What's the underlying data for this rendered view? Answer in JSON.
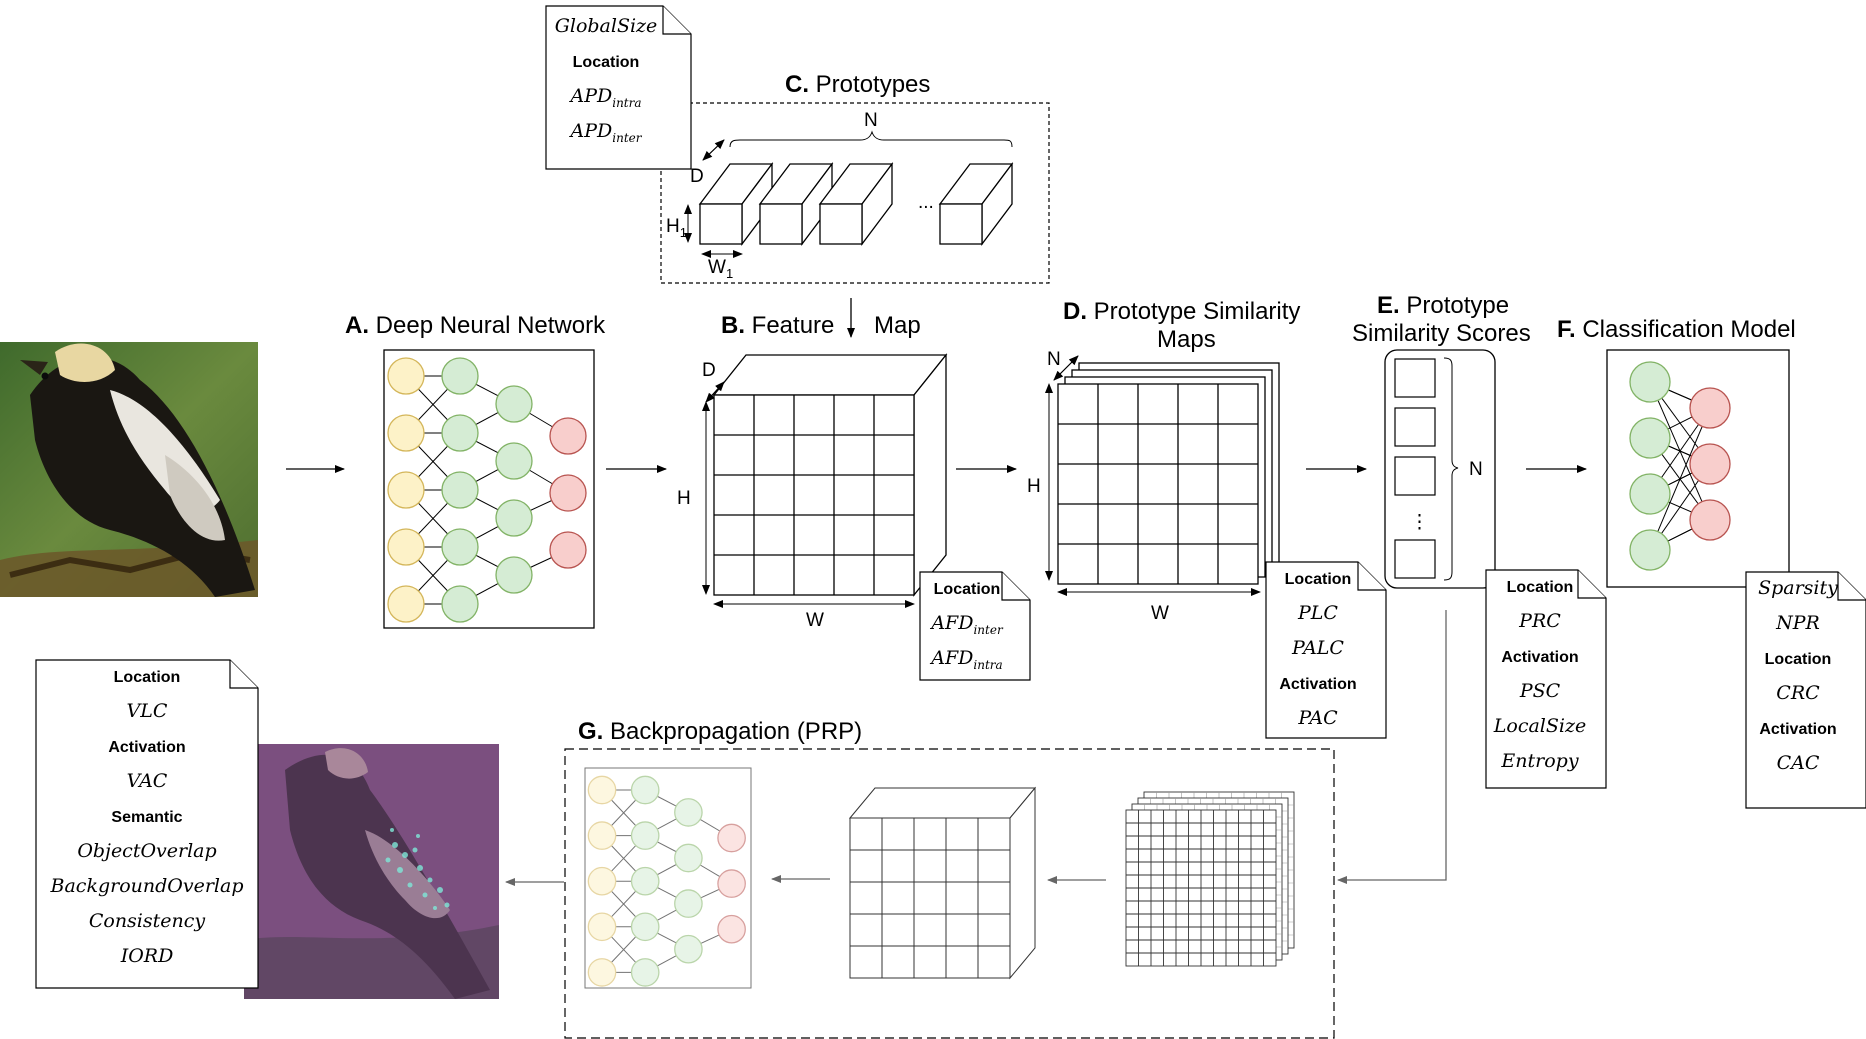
{
  "sections": {
    "a": {
      "letter": "A.",
      "title": "Deep Neural Network"
    },
    "b": {
      "letter": "B.",
      "title": "Feature",
      "title2": "Map"
    },
    "c": {
      "letter": "C.",
      "title": "Prototypes"
    },
    "d": {
      "letter": "D.",
      "title": "Prototype Similarity",
      "title2": "Maps"
    },
    "e": {
      "letter": "E.",
      "title": "Prototype",
      "title2": "Similarity Scores"
    },
    "f": {
      "letter": "F.",
      "title": "Classification Model"
    },
    "g": {
      "letter": "G.",
      "title": "Backpropagation (PRP)"
    }
  },
  "dims": {
    "n": "N",
    "d": "D",
    "h": "H",
    "w": "W",
    "h1": "H",
    "w1": "W",
    "sub1": "1",
    "dots": "..."
  },
  "notes": {
    "prototypes": [
      {
        "kind": "math",
        "base": "GlobalSize",
        "sub": ""
      },
      {
        "kind": "bold",
        "base": "Location",
        "sub": ""
      },
      {
        "kind": "math",
        "base": "APD",
        "sub": "intra"
      },
      {
        "kind": "math",
        "base": "APD",
        "sub": "inter"
      }
    ],
    "feature_map": [
      {
        "kind": "bold",
        "base": "Location",
        "sub": ""
      },
      {
        "kind": "math",
        "base": "AFD",
        "sub": "inter"
      },
      {
        "kind": "math",
        "base": "AFD",
        "sub": "intra"
      }
    ],
    "similarity_maps": [
      {
        "kind": "bold",
        "base": "Location",
        "sub": ""
      },
      {
        "kind": "math",
        "base": "PLC",
        "sub": ""
      },
      {
        "kind": "math",
        "base": "PALC",
        "sub": ""
      },
      {
        "kind": "bold",
        "base": "Activation",
        "sub": ""
      },
      {
        "kind": "math",
        "base": "PAC",
        "sub": ""
      }
    ],
    "similarity_scores": [
      {
        "kind": "bold",
        "base": "Location",
        "sub": ""
      },
      {
        "kind": "math",
        "base": "PRC",
        "sub": ""
      },
      {
        "kind": "bold",
        "base": "Activation",
        "sub": ""
      },
      {
        "kind": "math",
        "base": "PSC",
        "sub": ""
      },
      {
        "kind": "math",
        "base": "LocalSize",
        "sub": ""
      },
      {
        "kind": "math",
        "base": "Entropy",
        "sub": ""
      }
    ],
    "classification": [
      {
        "kind": "math",
        "base": "Sparsity",
        "sub": ""
      },
      {
        "kind": "math",
        "base": "NPR",
        "sub": ""
      },
      {
        "kind": "bold",
        "base": "Location",
        "sub": ""
      },
      {
        "kind": "math",
        "base": "CRC",
        "sub": ""
      },
      {
        "kind": "bold",
        "base": "Activation",
        "sub": ""
      },
      {
        "kind": "math",
        "base": "CAC",
        "sub": ""
      }
    ],
    "output": [
      {
        "kind": "bold",
        "base": "Location",
        "sub": ""
      },
      {
        "kind": "math",
        "base": "VLC",
        "sub": ""
      },
      {
        "kind": "bold",
        "base": "Activation",
        "sub": ""
      },
      {
        "kind": "math",
        "base": "VAC",
        "sub": ""
      },
      {
        "kind": "bold",
        "base": "Semantic",
        "sub": ""
      },
      {
        "kind": "math",
        "base": "ObjectOverlap",
        "sub": ""
      },
      {
        "kind": "math",
        "base": "BackgroundOverlap",
        "sub": ""
      },
      {
        "kind": "math",
        "base": "Consistency",
        "sub": ""
      },
      {
        "kind": "math",
        "base": "IORD",
        "sub": ""
      }
    ]
  },
  "colors": {
    "neuron_yellow": "#fdf2c8",
    "neuron_yellow_stroke": "#d4b65a",
    "neuron_green": "#d5ecd4",
    "neuron_green_stroke": "#82b366",
    "neuron_red": "#f8cecc",
    "neuron_red_stroke": "#b85450",
    "bird_background": "#5e7a3a",
    "heatmap_overlay": "#8e5e92",
    "heatmap_highlight": "#7fe8d8",
    "backprop_gray": "#666666"
  },
  "images": [
    "bird-photo",
    "bird-heatmap"
  ]
}
